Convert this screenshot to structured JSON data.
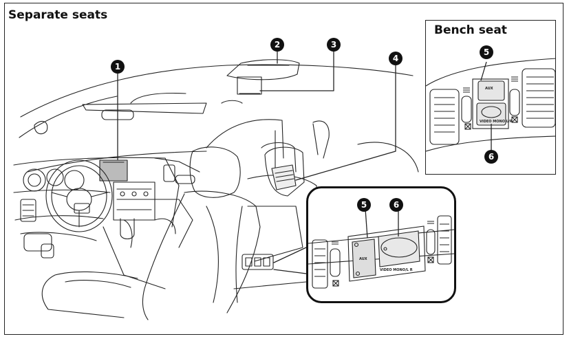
{
  "title": "Separate seats",
  "bench_title": "Bench seat",
  "markers": {
    "m1": "1",
    "m2": "2",
    "m3": "3",
    "m4": "4",
    "inset_m5": "5",
    "inset_m6": "6",
    "bench_m5": "5",
    "bench_m6": "6"
  },
  "port_labels": {
    "inset_aux": "AUX",
    "inset_video": "VIDEO MONO/L R",
    "bench_aux": "AUX",
    "bench_video": "VIDEO MONO L/R"
  }
}
